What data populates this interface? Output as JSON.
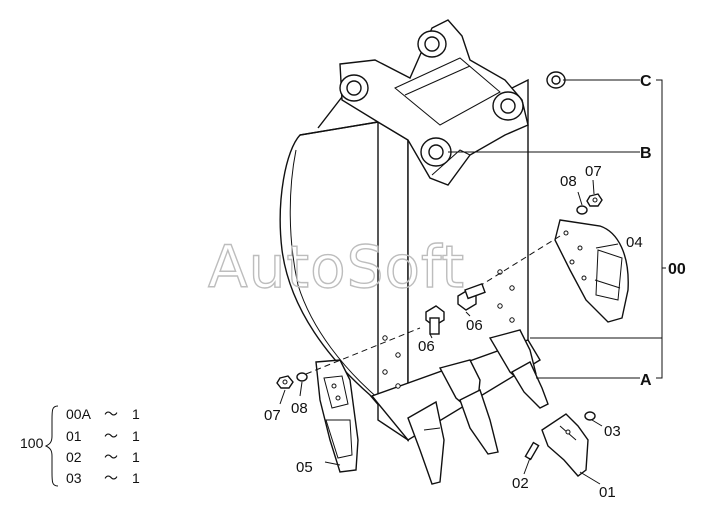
{
  "watermark": "AutoSoft",
  "ref_letters": {
    "a": "A",
    "b": "B",
    "c": "C"
  },
  "group_label": "00",
  "parts": {
    "p01": "01",
    "p02": "02",
    "p03": "03",
    "p04": "04",
    "p05": "05",
    "p06a": "06",
    "p06b": "06",
    "p07a": "07",
    "p07b": "07",
    "p08a": "08",
    "p08b": "08"
  },
  "legend": {
    "assembly": "100",
    "rows": [
      {
        "code": "00A",
        "sep": "～",
        "qty": "1"
      },
      {
        "code": "01",
        "sep": "～",
        "qty": "1"
      },
      {
        "code": "02",
        "sep": "～",
        "qty": "1"
      },
      {
        "code": "03",
        "sep": "～",
        "qty": "1"
      }
    ]
  }
}
